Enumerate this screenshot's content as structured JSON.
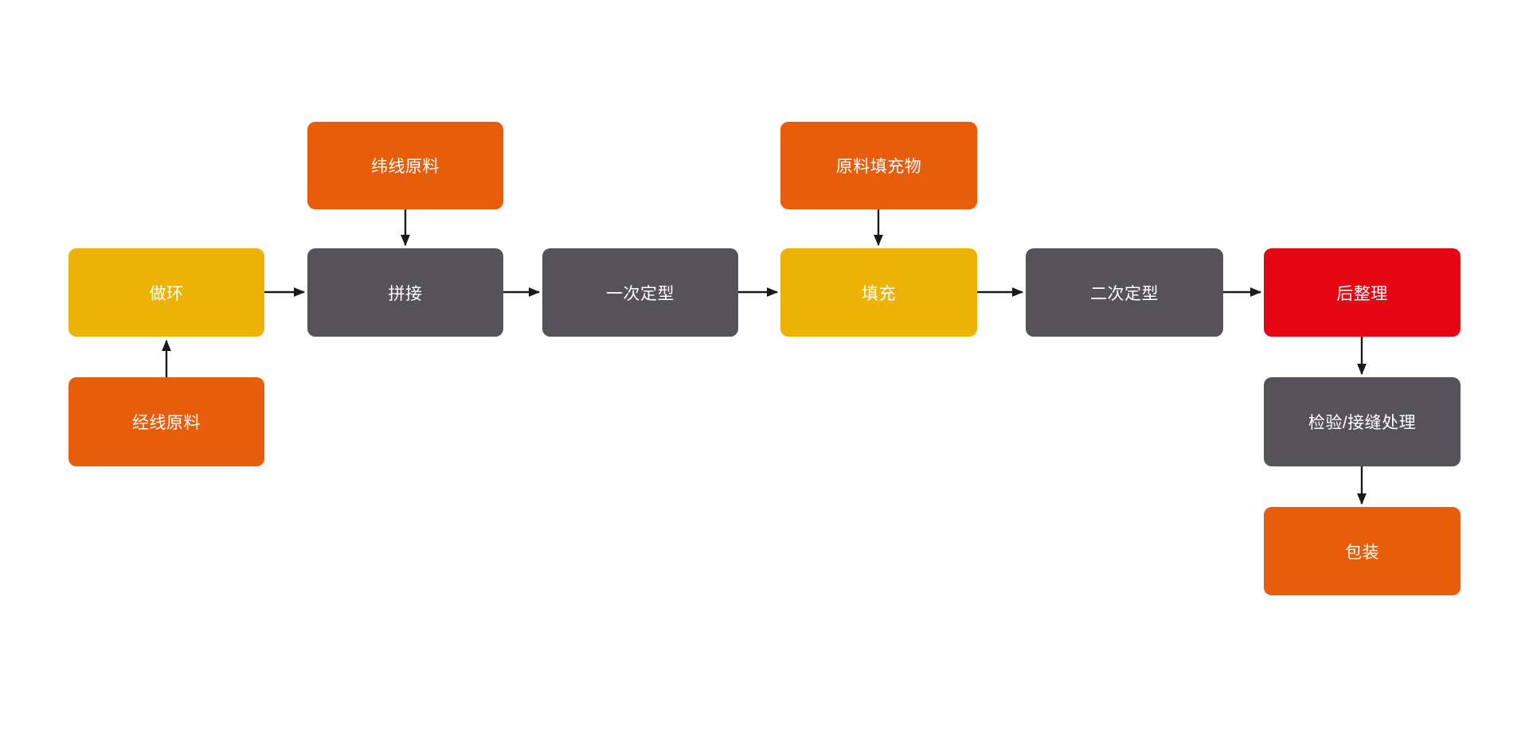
{
  "diagram": {
    "type": "flowchart",
    "colors": {
      "orange": "#E85D0A",
      "yellow": "#ECB306",
      "gray": "#55525A",
      "red": "#E50513",
      "arrow": "#1A1A1A",
      "text": "#FFFFFF",
      "background": "#FFFFFF"
    },
    "nodes": [
      {
        "id": "weft-material",
        "label": "纬线原料",
        "color": "orange"
      },
      {
        "id": "filler-material",
        "label": "原料填充物",
        "color": "orange"
      },
      {
        "id": "make-ring",
        "label": "做环",
        "color": "yellow"
      },
      {
        "id": "splice",
        "label": "拼接",
        "color": "gray"
      },
      {
        "id": "first-shaping",
        "label": "一次定型",
        "color": "gray"
      },
      {
        "id": "filling",
        "label": "填充",
        "color": "yellow"
      },
      {
        "id": "second-shaping",
        "label": "二次定型",
        "color": "gray"
      },
      {
        "id": "finishing",
        "label": "后整理",
        "color": "red"
      },
      {
        "id": "warp-material",
        "label": "经线原料",
        "color": "orange"
      },
      {
        "id": "inspection-seam",
        "label": "检验/接缝处理",
        "color": "gray"
      },
      {
        "id": "packaging",
        "label": "包装",
        "color": "orange"
      }
    ],
    "edges": [
      {
        "from": "经线原料",
        "to": "做环",
        "direction": "up"
      },
      {
        "from": "做环",
        "to": "拼接",
        "direction": "right"
      },
      {
        "from": "纬线原料",
        "to": "拼接",
        "direction": "down"
      },
      {
        "from": "拼接",
        "to": "一次定型",
        "direction": "right"
      },
      {
        "from": "一次定型",
        "to": "填充",
        "direction": "right"
      },
      {
        "from": "原料填充物",
        "to": "填充",
        "direction": "down"
      },
      {
        "from": "填充",
        "to": "二次定型",
        "direction": "right"
      },
      {
        "from": "二次定型",
        "to": "后整理",
        "direction": "right"
      },
      {
        "from": "后整理",
        "to": "检验/接缝处理",
        "direction": "down"
      },
      {
        "from": "检验/接缝处理",
        "to": "包装",
        "direction": "down"
      }
    ]
  }
}
